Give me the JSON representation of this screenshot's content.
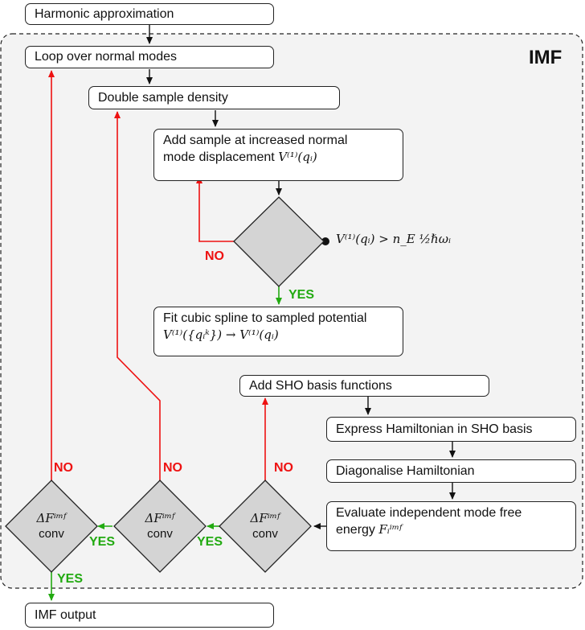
{
  "region_label": "IMF",
  "boxes": {
    "harmonic": "Harmonic approximation",
    "loop": "Loop over normal modes",
    "double": "Double sample density",
    "add_sample_line1": "Add sample at increased normal",
    "add_sample_line2": "mode displacement",
    "add_sample_math": "V⁽¹⁾(qᵢ)",
    "fit_line1": "Fit cubic spline to sampled potential",
    "fit_math": "V⁽¹⁾({qᵢᵏ}) → V⁽¹⁾(qᵢ)",
    "sho": "Add SHO basis functions",
    "express": "Express Hamiltonian in SHO basis",
    "diag": "Diagonalise Hamiltonian",
    "evaluate_line1": "Evaluate independent mode free",
    "evaluate_line2": "energy",
    "evaluate_math": "Fᵢⁱᵐᶠ",
    "output": "IMF output"
  },
  "decision": {
    "condition": "V⁽¹⁾(qᵢ) > n_E ½ℏωᵢ",
    "conv_math": "ΔFⁱᵐᶠ",
    "conv_word": "conv"
  },
  "labels": {
    "yes": "YES",
    "no": "NO"
  },
  "colors": {
    "no_arrow": "#ee1111",
    "yes_arrow": "#22aa11",
    "arrow": "#111111",
    "diamond_fill": "#d4d4d4",
    "region_fill": "#f3f3f3"
  }
}
